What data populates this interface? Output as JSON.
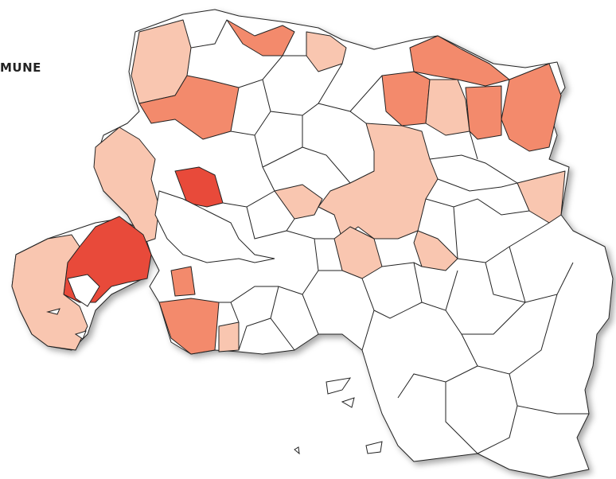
{
  "map": {
    "title_text": "MUNE",
    "colors": {
      "none": "#ffffff",
      "low": "#f9c6b0",
      "mid": "#f38a6c",
      "high": "#e84a3a",
      "stroke": "#222222",
      "shadow": "#bbbbbb"
    },
    "regions": [
      {
        "id": "nw-1",
        "level": "low"
      },
      {
        "id": "nw-2",
        "level": "mid"
      },
      {
        "id": "n-1",
        "level": "mid"
      },
      {
        "id": "n-2",
        "level": "low"
      },
      {
        "id": "ne-1",
        "level": "mid"
      },
      {
        "id": "ne-2",
        "level": "mid"
      },
      {
        "id": "ne-3",
        "level": "low"
      },
      {
        "id": "ne-4",
        "level": "mid"
      },
      {
        "id": "ne-5",
        "level": "mid"
      },
      {
        "id": "center-big",
        "level": "low"
      },
      {
        "id": "w-1",
        "level": "low"
      },
      {
        "id": "w-2",
        "level": "high"
      },
      {
        "id": "port",
        "level": "high"
      },
      {
        "id": "peninsula",
        "level": "low"
      },
      {
        "id": "sw-1",
        "level": "mid"
      },
      {
        "id": "sw-2",
        "level": "mid"
      },
      {
        "id": "e-1",
        "level": "low"
      },
      {
        "id": "c-1",
        "level": "low"
      },
      {
        "id": "c-2",
        "level": "low"
      }
    ]
  }
}
